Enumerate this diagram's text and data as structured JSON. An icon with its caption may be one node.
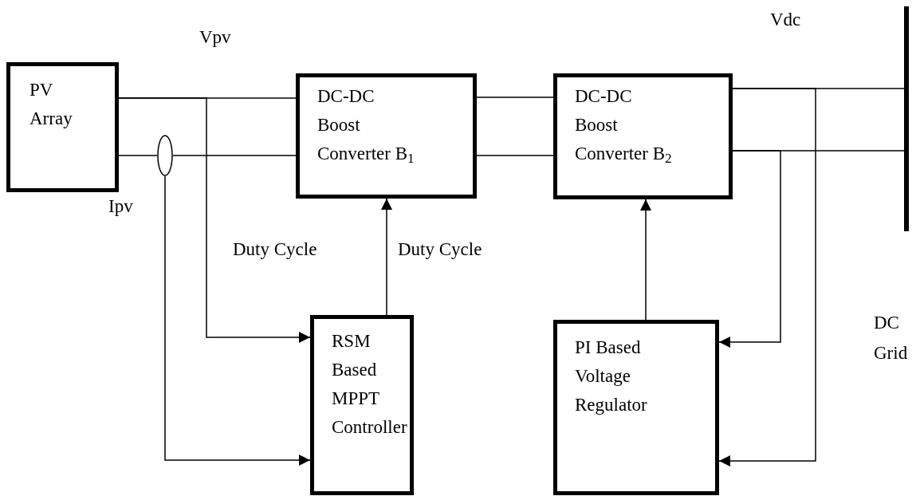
{
  "diagram": {
    "nodes": [
      {
        "text": [
          "PV Array"
        ]
      },
      {
        "text": [
          "DC-DC Boost Converter B$_{1}$"
        ]
      },
      {
        "text": [
          "DC-DC Boost Converter B$_{2}$"
        ]
      },
      {
        "text": [
          "RSM Based MPPT Controller"
        ]
      },
      {
        "text": [
          "PI Based Voltage Regulator"
        ]
      },
      {
        "text": [],
        "shape": "circle"
      },
      {
        "text": [],
        "shape": "bar"
      }
    ],
    "edges": [
      {
        "from": 0,
        "to": 1,
        "arrow": "none"
      },
      {
        "from": 0,
        "to": 5,
        "arrow": "none"
      },
      {
        "from": 5,
        "to": 1,
        "arrow": "none"
      },
      {
        "from": 1,
        "to": 2,
        "arrow": "none"
      },
      {
        "from": 1,
        "to": 2,
        "arrow": "none"
      },
      {
        "from": 2,
        "to": 6,
        "arrow": "none"
      },
      {
        "from": 2,
        "to": 6,
        "arrow": "none"
      },
      {
        "from": 3,
        "to": 1,
        "arrow": "to"
      },
      {
        "from": 4,
        "to": 2,
        "arrow": "to"
      },
      {
        "from": 0,
        "to": 3,
        "arrow": "to"
      },
      {
        "from": 5,
        "to": 3,
        "arrow": "to"
      },
      {
        "from": 2,
        "to": 4,
        "arrow": "to"
      },
      {
        "from": 2,
        "to": 4,
        "arrow": "to"
      }
    ],
    "labels": [
      "Vdc",
      "Vpv",
      "Ipv",
      "Duty Cycle",
      "Duty Cycle",
      "DC Grid"
    ]
  }
}
